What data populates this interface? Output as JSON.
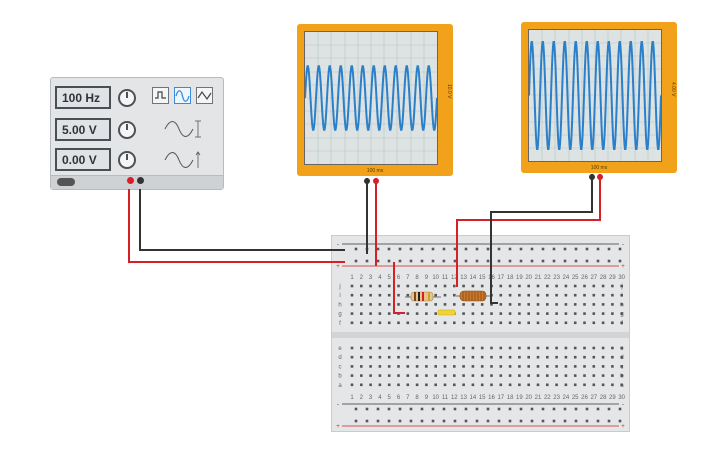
{
  "function_generator": {
    "frequency": "100 Hz",
    "amplitude": "5.00 V",
    "offset": "0.00 V",
    "waveforms": [
      "square-wave-icon",
      "sine-wave-icon",
      "triangle-wave-icon"
    ],
    "selected_waveform": "sine-wave-icon"
  },
  "oscilloscope_1": {
    "time_per_div": "100 ms",
    "volts_per_div": "10.0 V",
    "cycles": 12
  },
  "oscilloscope_2": {
    "time_per_div": "100 ms",
    "volts_per_div": "4.00 V",
    "cycles": 12
  },
  "breadboard": {
    "row_letters_top": [
      "j",
      "i",
      "h",
      "g",
      "f"
    ],
    "row_letters_bottom": [
      "e",
      "d",
      "c",
      "b",
      "a"
    ],
    "columns": 30
  },
  "colors": {
    "wire_red": "#d62027",
    "wire_black": "#333333",
    "scope_body": "#f2a11b",
    "trace": "#2c7fc9"
  }
}
